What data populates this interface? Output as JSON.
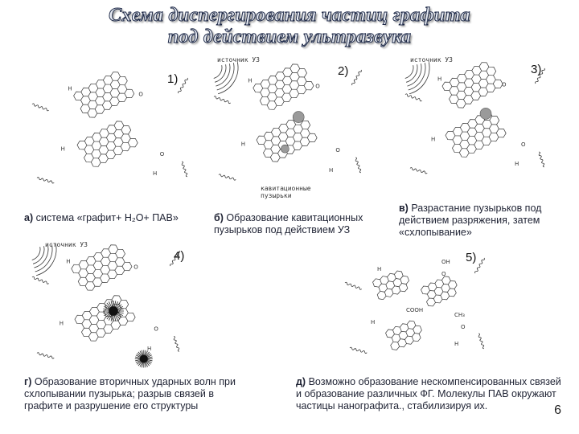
{
  "title": {
    "line1": "Схема диспергирования частиц графита",
    "line2": "под действием ультразвука"
  },
  "panels": [
    {
      "num": "1)",
      "source": "",
      "bubble_label": "",
      "caption_letter": "а)",
      "caption_text": "система «графит+ H₂O+ ПАВ»"
    },
    {
      "num": "2)",
      "source": "источник УЗ",
      "bubble_label": "кавитационные пузырьки",
      "caption_letter": "б)",
      "caption_text": "Образование кавитационных пузырьков под действием УЗ"
    },
    {
      "num": "3)",
      "source": "источник УЗ",
      "bubble_label": "",
      "caption_letter": "в)",
      "caption_text": "Разрастание пузырьков под действием разряжения, затем «схлопывание»"
    },
    {
      "num": "4)",
      "source": "источник УЗ",
      "bubble_label": "",
      "caption_letter": "г)",
      "caption_text": "Образование вторичных ударных волн при схлопывании пузырька; разрыв связей в графите и разрушение его структуры"
    },
    {
      "num": "5)",
      "source": "",
      "bubble_label": "",
      "caption_letter": "д)",
      "caption_text": "Возможно образование нескомпенсированных связей и образование различных ФГ. Молекулы ПАВ окружают частицы нанографита., стабилизируя их."
    }
  ],
  "molecule_labels": {
    "h": "H",
    "o": "O",
    "cooh": "COOH",
    "oh": "OH",
    "ch3": "CH₃"
  },
  "page_number": "6",
  "colors": {
    "title_fill": "#e8ecf4",
    "title_stroke": "#1f2a48",
    "ink": "#333333",
    "bubble": "#9a9a9a"
  }
}
